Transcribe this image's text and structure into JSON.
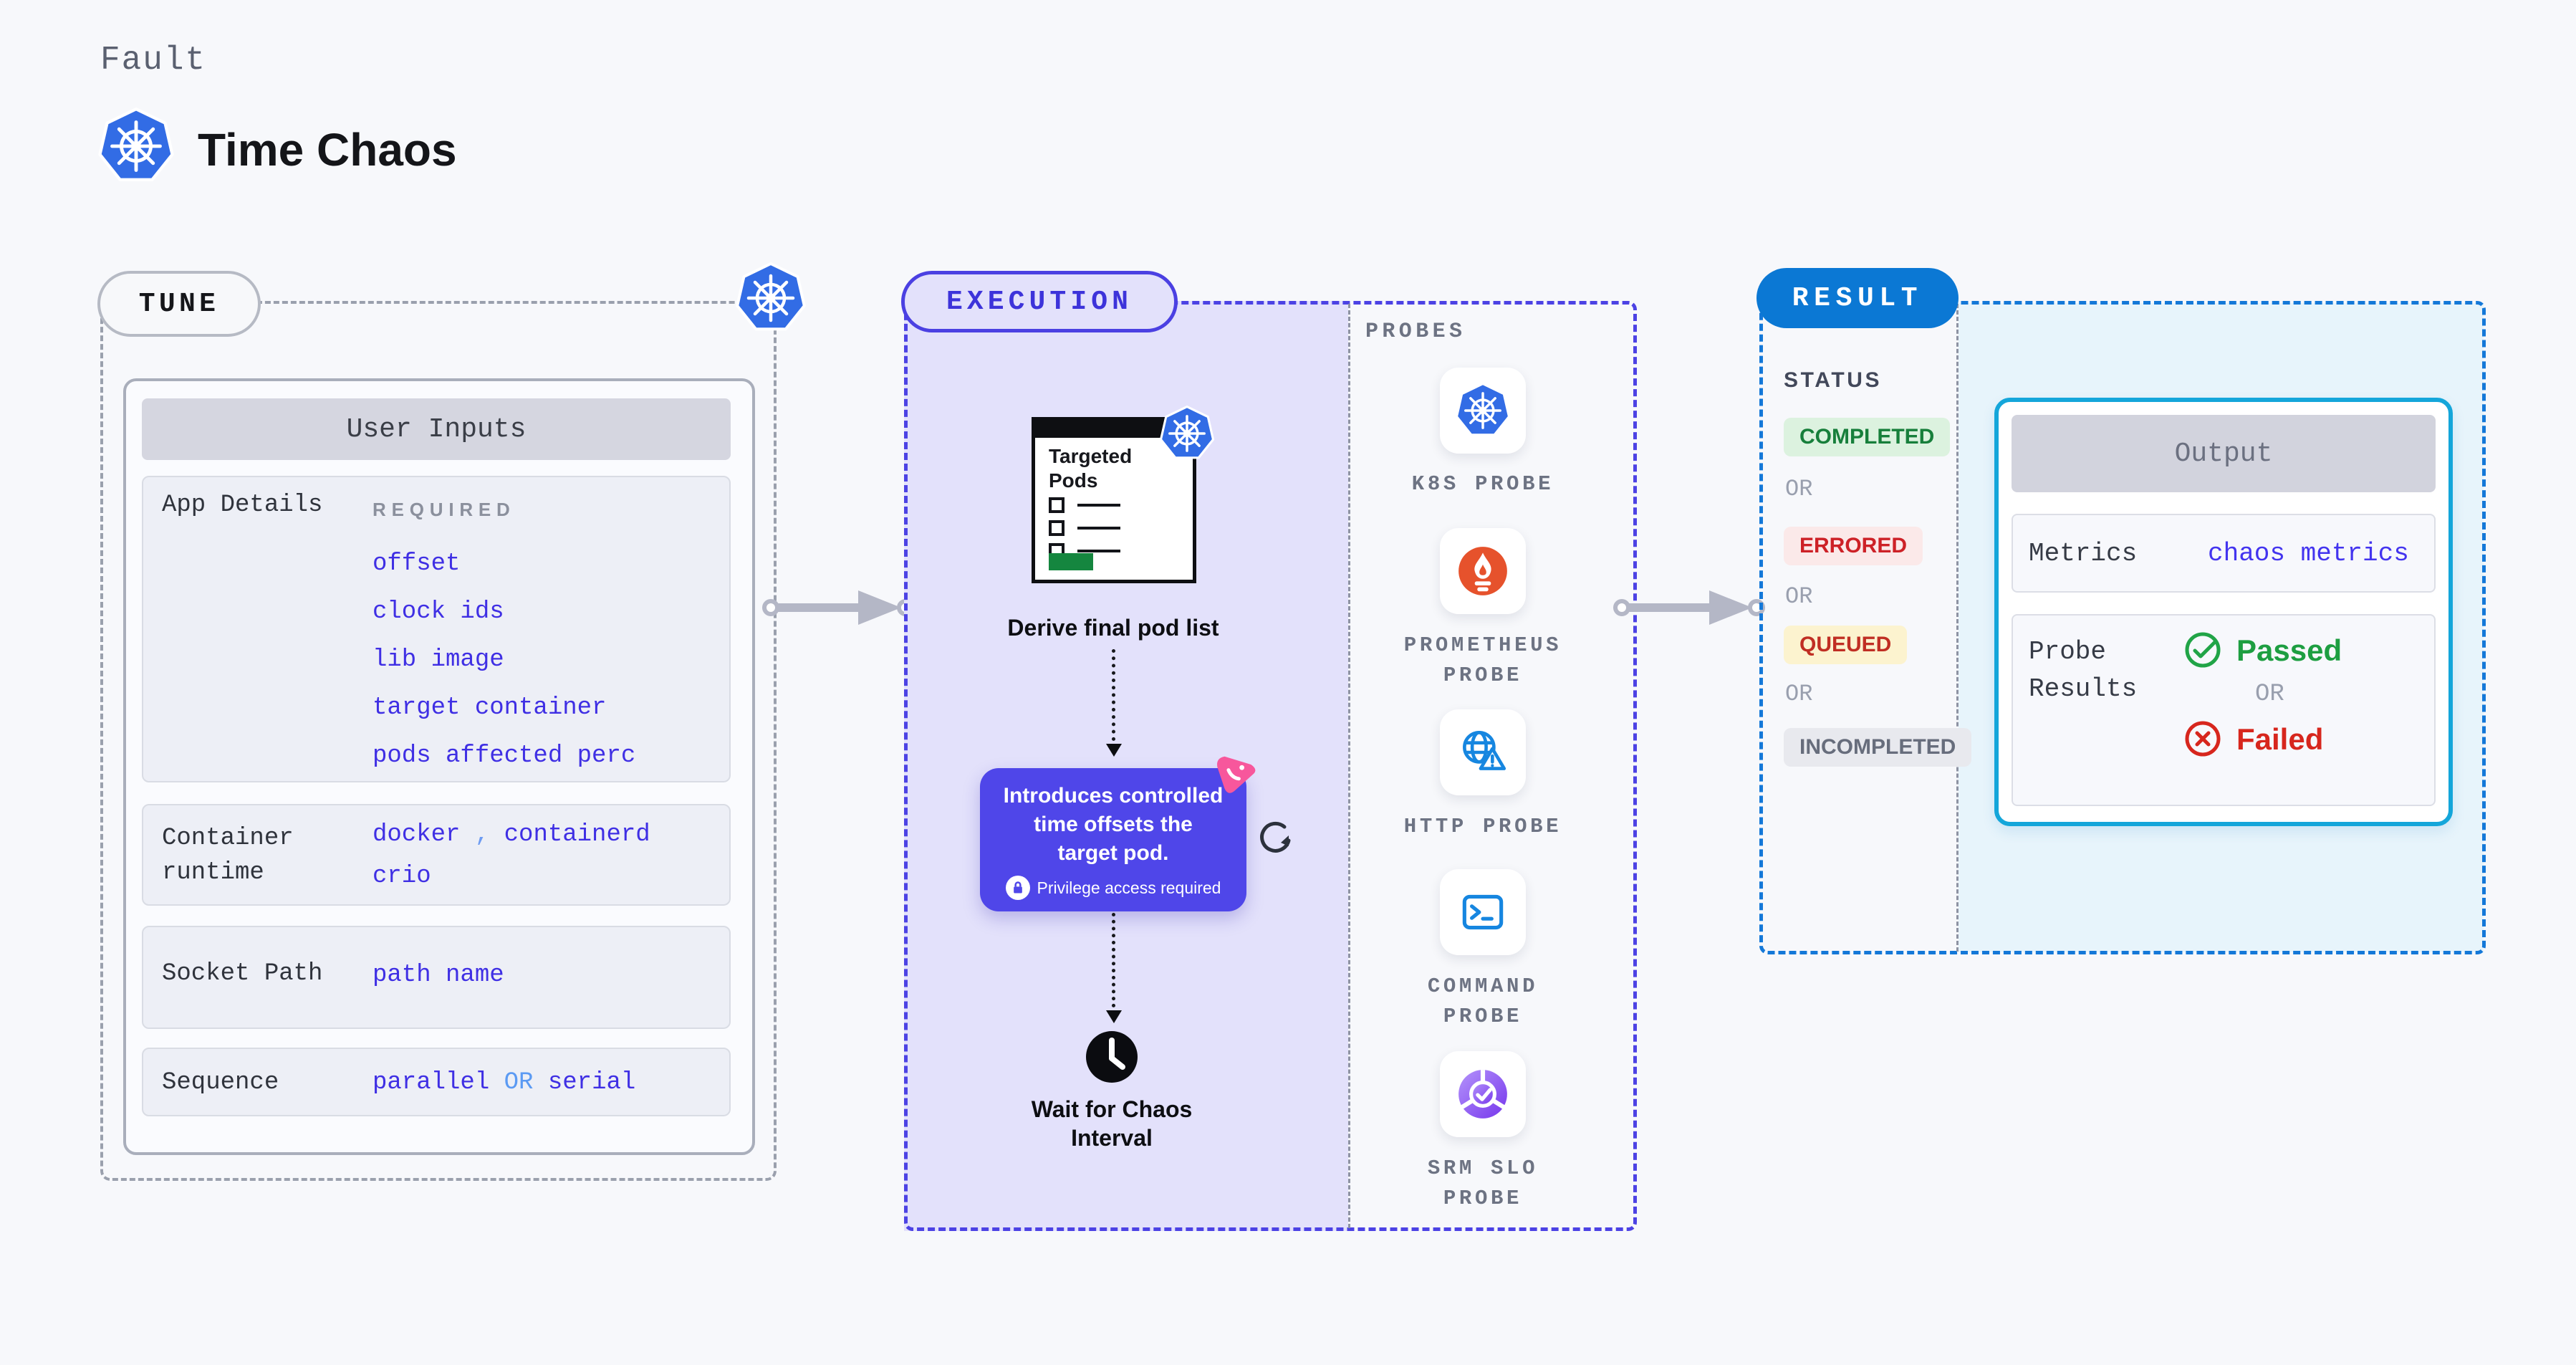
{
  "page": {
    "kicker": "Fault",
    "title": "Time Chaos"
  },
  "tune": {
    "label": "TUNE",
    "user_inputs_title": "User Inputs",
    "app_details": {
      "label": "App Details",
      "required": "REQUIRED",
      "links": [
        "offset",
        "clock ids",
        "lib image",
        "target container",
        "pods affected perc"
      ]
    },
    "container_runtime": {
      "label": "Container runtime",
      "docker": "docker",
      "comma": ",",
      "containerd": "containerd",
      "crio": "crio"
    },
    "socket_path": {
      "label": "Socket Path",
      "value": "path name"
    },
    "sequence": {
      "label": "Sequence",
      "option1": "parallel",
      "or": "OR",
      "option2": "serial"
    }
  },
  "execution": {
    "label": "EXECUTION",
    "targeted_pods_title": "Targeted Pods",
    "derive_caption": "Derive final pod list",
    "tooltip": {
      "line1": "Introduces controlled",
      "line2": "time offsets the",
      "line3": "target pod.",
      "privilege": "Privilege access required"
    },
    "wait_caption": "Wait for Chaos Interval"
  },
  "probes": {
    "heading": "PROBES",
    "items": [
      {
        "icon": "kubernetes-icon",
        "label": "K8S PROBE"
      },
      {
        "icon": "prometheus-icon",
        "label": "PROMETHEUS PROBE"
      },
      {
        "icon": "http-globe-warning-icon",
        "label": "HTTP PROBE"
      },
      {
        "icon": "command-terminal-icon",
        "label": "COMMAND PROBE"
      },
      {
        "icon": "srm-slo-donut-check-icon",
        "label": "SRM SLO PROBE"
      }
    ]
  },
  "result": {
    "label": "RESULT",
    "status": {
      "heading": "STATUS",
      "completed": "COMPLETED",
      "errored": "ERRORED",
      "queued": "QUEUED",
      "incompleted": "INCOMPLETED",
      "or": "OR"
    },
    "output": {
      "title": "Output",
      "metrics_label": "Metrics",
      "metrics_value": "chaos metrics",
      "probe_results_label": "Probe Results",
      "passed": "Passed",
      "or": "OR",
      "failed": "Failed"
    }
  },
  "colors": {
    "page_bg": "#f7f8fb",
    "indigo": "#4c42e4",
    "lavender": "#e3e1fb",
    "purple_card": "#4f46e9",
    "result_blue": "#0b78d4",
    "cyan_border": "#14a6da",
    "cyan_bg": "#e7f4fb",
    "link_blue": "#3f2fe4",
    "accent_light_blue": "#5b9af3",
    "green": "#1d9e41",
    "red": "#d7261d",
    "queued_yellow_bg": "#fcf3cf",
    "k8s_blue": "#326ce5",
    "prometheus_orange": "#e6522c",
    "pink": "#f7579c",
    "arrow_grey": "#b4b7c6"
  }
}
